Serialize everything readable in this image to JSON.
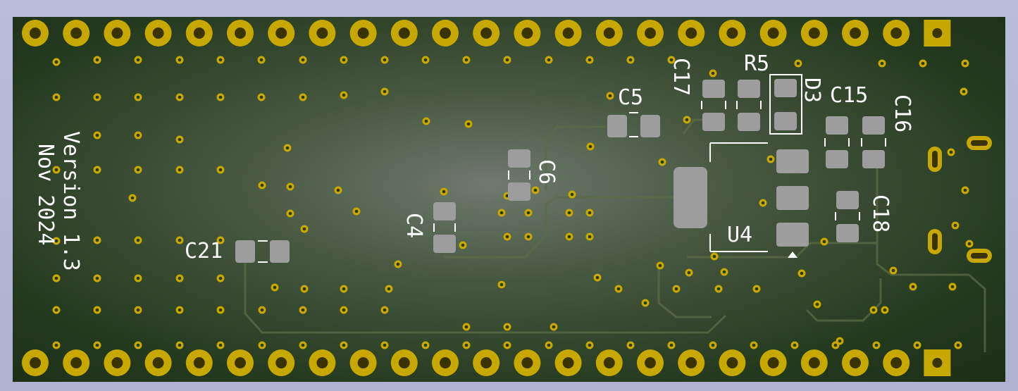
{
  "board": {
    "version_line1": "Version 1.3",
    "version_line2": "Nov 2024"
  },
  "labels": {
    "c21": "C21",
    "c4": "C4",
    "c6": "C6",
    "c5": "C5",
    "c17": "C17",
    "r5": "R5",
    "d3": "D3",
    "c15": "C15",
    "c16": "C16",
    "c18": "C18",
    "u4": "U4"
  },
  "colors": {
    "pcb": "#2e4a2a",
    "gold": "#c6a800",
    "smd_pad": "#9d9d9d",
    "silkscreen": "#ffffff",
    "background": "#b6bad6"
  }
}
